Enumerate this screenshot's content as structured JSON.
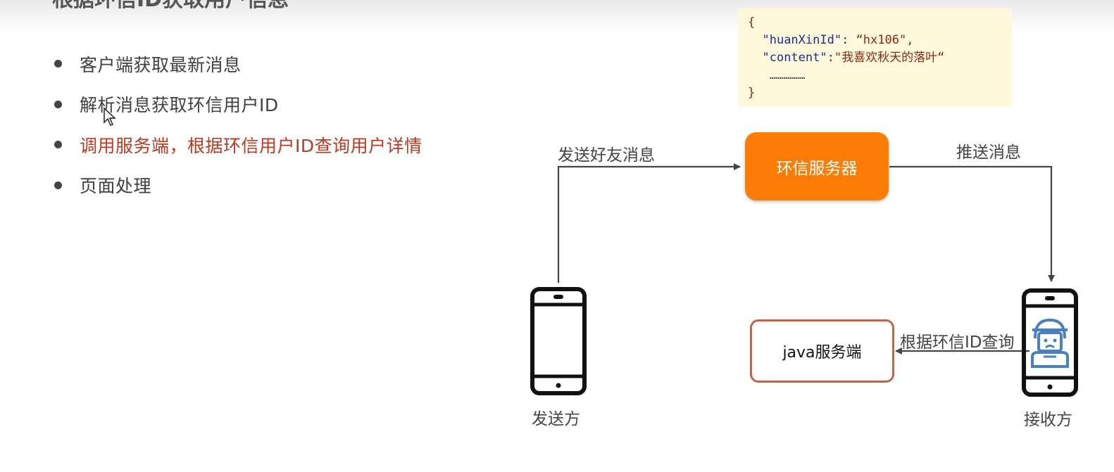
{
  "slide": {
    "title": "根据环信ID获取用户信息"
  },
  "bullets": [
    {
      "text": "客户端获取最新消息",
      "highlight": false
    },
    {
      "text": "解析消息获取环信用户ID",
      "highlight": false
    },
    {
      "text": "调用服务端，根据环信用户ID查询用户详情",
      "highlight": true
    },
    {
      "text": "页面处理",
      "highlight": false
    }
  ],
  "code": {
    "open_brace": "{",
    "key1": "\"huanXinId\"",
    "sep1": ": ",
    "val1": "“hx106\",",
    "key2": "\"content\"",
    "sep2": ":",
    "val2": "\"我喜欢秋天的落叶“",
    "ellipsis": "………………",
    "close_brace": "}"
  },
  "diagram": {
    "server_label": "环信服务器",
    "java_label": "java服务端",
    "send_label": "发送好友消息",
    "push_label": "推送消息",
    "query_label": "根据环信ID查询",
    "sender_label": "发送方",
    "receiver_label": "接收方"
  },
  "colors": {
    "server": "#fb7d06",
    "highlight_text": "#b73a22",
    "java_border": "#c8604b",
    "code_bg": "#fdf7dc",
    "avatar": "#4a7fc1"
  },
  "icons": {
    "sender_phone": "smartphone-icon",
    "receiver_phone": "smartphone-icon",
    "avatar": "user-avatar-icon",
    "cursor": "mouse-pointer-icon"
  }
}
